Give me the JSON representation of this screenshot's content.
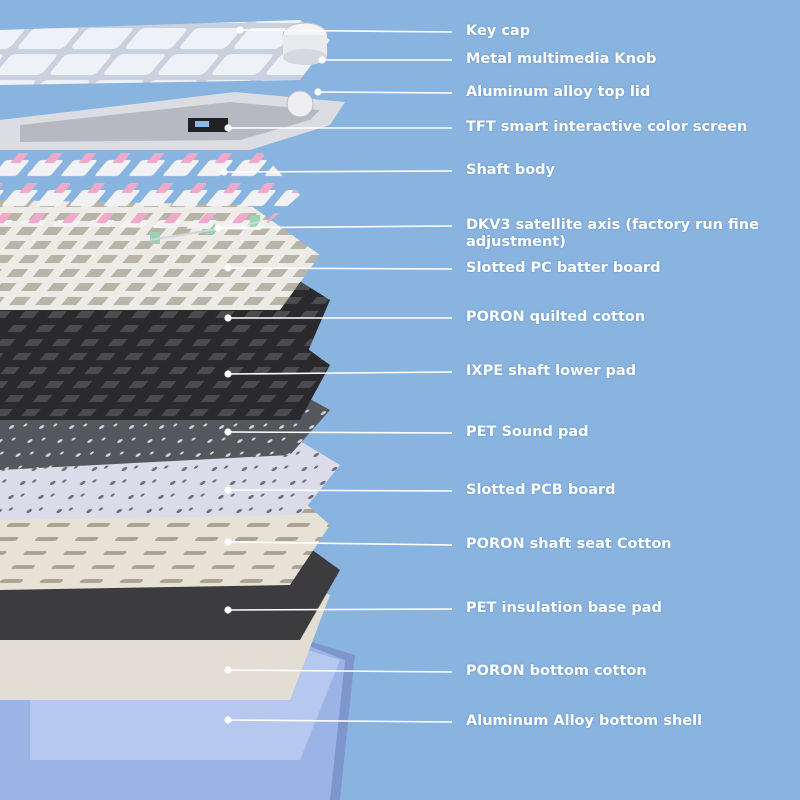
{
  "colors": {
    "background": "#8ab4e0",
    "label_text": "#ffffff",
    "leader_line": "#ffffff",
    "keycap": "#e9edf5",
    "switch_stem": "#f3b6d2",
    "frame": "#dcdde2",
    "foam_dark": "#2c2c2e",
    "pcb": "#d9d8ea",
    "shell": "#9fb6e6"
  },
  "callouts": [
    {
      "id": "key-cap",
      "label": "Key cap"
    },
    {
      "id": "metal-multimedia-knob",
      "label": "Metal multimedia Knob"
    },
    {
      "id": "aluminum-alloy-top-lid",
      "label": "Aluminum alloy top lid"
    },
    {
      "id": "tft-smart-interactive-color-screen",
      "label": "TFT smart interactive color screen"
    },
    {
      "id": "shaft-body",
      "label": "Shaft body"
    },
    {
      "id": "dkv3-satellite-axis",
      "label": "DKV3 satellite axis (factory run fine\nadjustment)"
    },
    {
      "id": "slotted-pc-batter-board",
      "label": "Slotted PC batter board"
    },
    {
      "id": "poron-quilted-cotton",
      "label": "PORON quilted cotton"
    },
    {
      "id": "ixpe-shaft-lower-pad",
      "label": "IXPE shaft lower pad"
    },
    {
      "id": "pet-sound-pad",
      "label": "PET Sound pad"
    },
    {
      "id": "slotted-pcb-board",
      "label": "Slotted PCB board"
    },
    {
      "id": "poron-shaft-seat-cotton",
      "label": "PORON shaft seat Cotton"
    },
    {
      "id": "pet-insulation-base-pad",
      "label": "PET insulation base pad"
    },
    {
      "id": "poron-bottom-cotton",
      "label": "PORON bottom cotton"
    },
    {
      "id": "aluminum-alloy-bottom-shell",
      "label": "Aluminum Alloy bottom shell"
    }
  ]
}
